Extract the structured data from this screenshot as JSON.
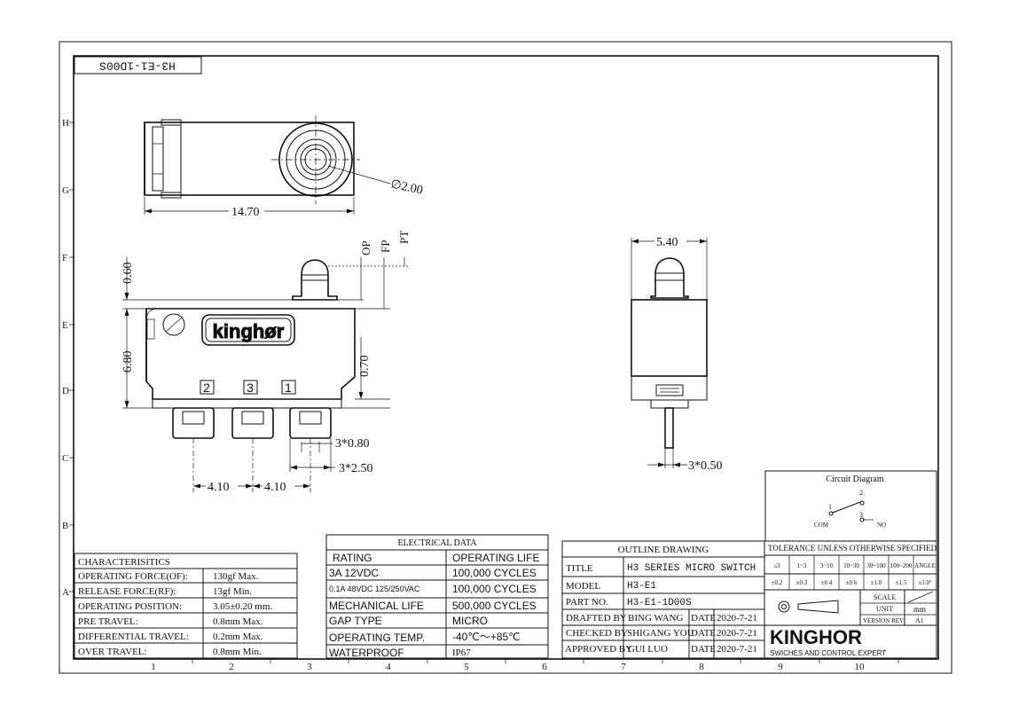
{
  "sheet": {
    "tab_code": "H3-E1-1D00S",
    "row_labels": [
      "H",
      "G",
      "F",
      "E",
      "D",
      "C",
      "B",
      "A"
    ],
    "col_labels": [
      "1",
      "2",
      "3",
      "4",
      "5",
      "6",
      "7",
      "8",
      "9",
      "10"
    ]
  },
  "top_view": {
    "width_dim": "14.70",
    "dia_dim": "∅2.00"
  },
  "front_view": {
    "brand": "kinghør",
    "terminals": [
      "2",
      "3",
      "1"
    ],
    "dims": {
      "d060": "0.60",
      "d680": "6.80",
      "d070": "0.70",
      "d3x080": "3*0.80",
      "d3x250": "3*2.50",
      "d410a": "4.10",
      "d410b": "4.10",
      "op": "OP",
      "fp": "FP",
      "pt": "PT"
    }
  },
  "side_view": {
    "width_dim": "5.40",
    "term_dim": "3*0.50"
  },
  "circuit": {
    "title": "Circuit Diagram",
    "n1": "1",
    "n2": "2",
    "n3": "3",
    "com": "COM",
    "no": "NO"
  },
  "characteristics": {
    "title": "CHARACTERISITICS",
    "rows": [
      {
        "label": "OPERATING FORCE(OF):",
        "value": "130gf Max."
      },
      {
        "label": "RELEASE FORCE(RF):",
        "value": "13gf Min."
      },
      {
        "label": "OPERATING POSITION:",
        "value": "3.05±0.20 mm."
      },
      {
        "label": "PRE TRAVEL:",
        "value": "0.8mm Max."
      },
      {
        "label": "DIFFERENTIAL TRAVEL:",
        "value": "0.2mm Max."
      },
      {
        "label": "OVER TRAVEL:",
        "value": "0.8mm Min."
      }
    ]
  },
  "electrical": {
    "title": "ELECTRICAL DATA",
    "header": [
      "RATING",
      "OPERATING LIFE"
    ],
    "rows": [
      [
        "3A 12VDC",
        "100,000 CYCLES"
      ],
      [
        "0.1A 48VDC 125/250VAC",
        "100,000 CYCLES"
      ],
      [
        "MECHANICAL LIFE",
        "500,000 CYCLES"
      ],
      [
        "GAP TYPE",
        "MICRO"
      ],
      [
        "OPERATING TEMP.",
        "-40℃～+85℃"
      ],
      [
        "WATERPROOF",
        "IP67"
      ]
    ]
  },
  "title_block": {
    "outline": "OUTLINE DRAWING",
    "title_label": "TITLE",
    "title_value": "H3 SERIES MICRO SWITCH",
    "model_label": "MODEL",
    "model_value": "H3-E1",
    "part_label": "PART NO.",
    "part_value": "H3-E1-1D00S",
    "drafted_label": "DRAFTED BY",
    "drafted_value": "BING WANG",
    "checked_label": "CHECKED BY",
    "checked_value": "SHIGANG YOU",
    "approved_label": "APPROVED BY",
    "approved_value": "GUI LUO",
    "date_label": "DATE",
    "date1": "2020-7-21",
    "date2": "2020-7-21",
    "date3": "2020-7-21",
    "tolerance_title": "TOLERANCE UNLESS OTHERWISE SPECIFIED",
    "tol_ranges": [
      "≤3",
      "1~3",
      "3~10",
      "10~30",
      "30~100",
      "100~200",
      "ANGLE"
    ],
    "tol_values": [
      "±0.2",
      "±0.3",
      "±0.4",
      "±0.6",
      "±1.0",
      "±1.5",
      "±3.0°"
    ],
    "scale_label": "SCALE",
    "unit_label": "UNIT",
    "unit_value": "mm",
    "version_label": "VERSION REV",
    "version_value": "A1",
    "company": "KINGHOR",
    "slogan": "SWICHES AND CONTROL EXPERT"
  }
}
